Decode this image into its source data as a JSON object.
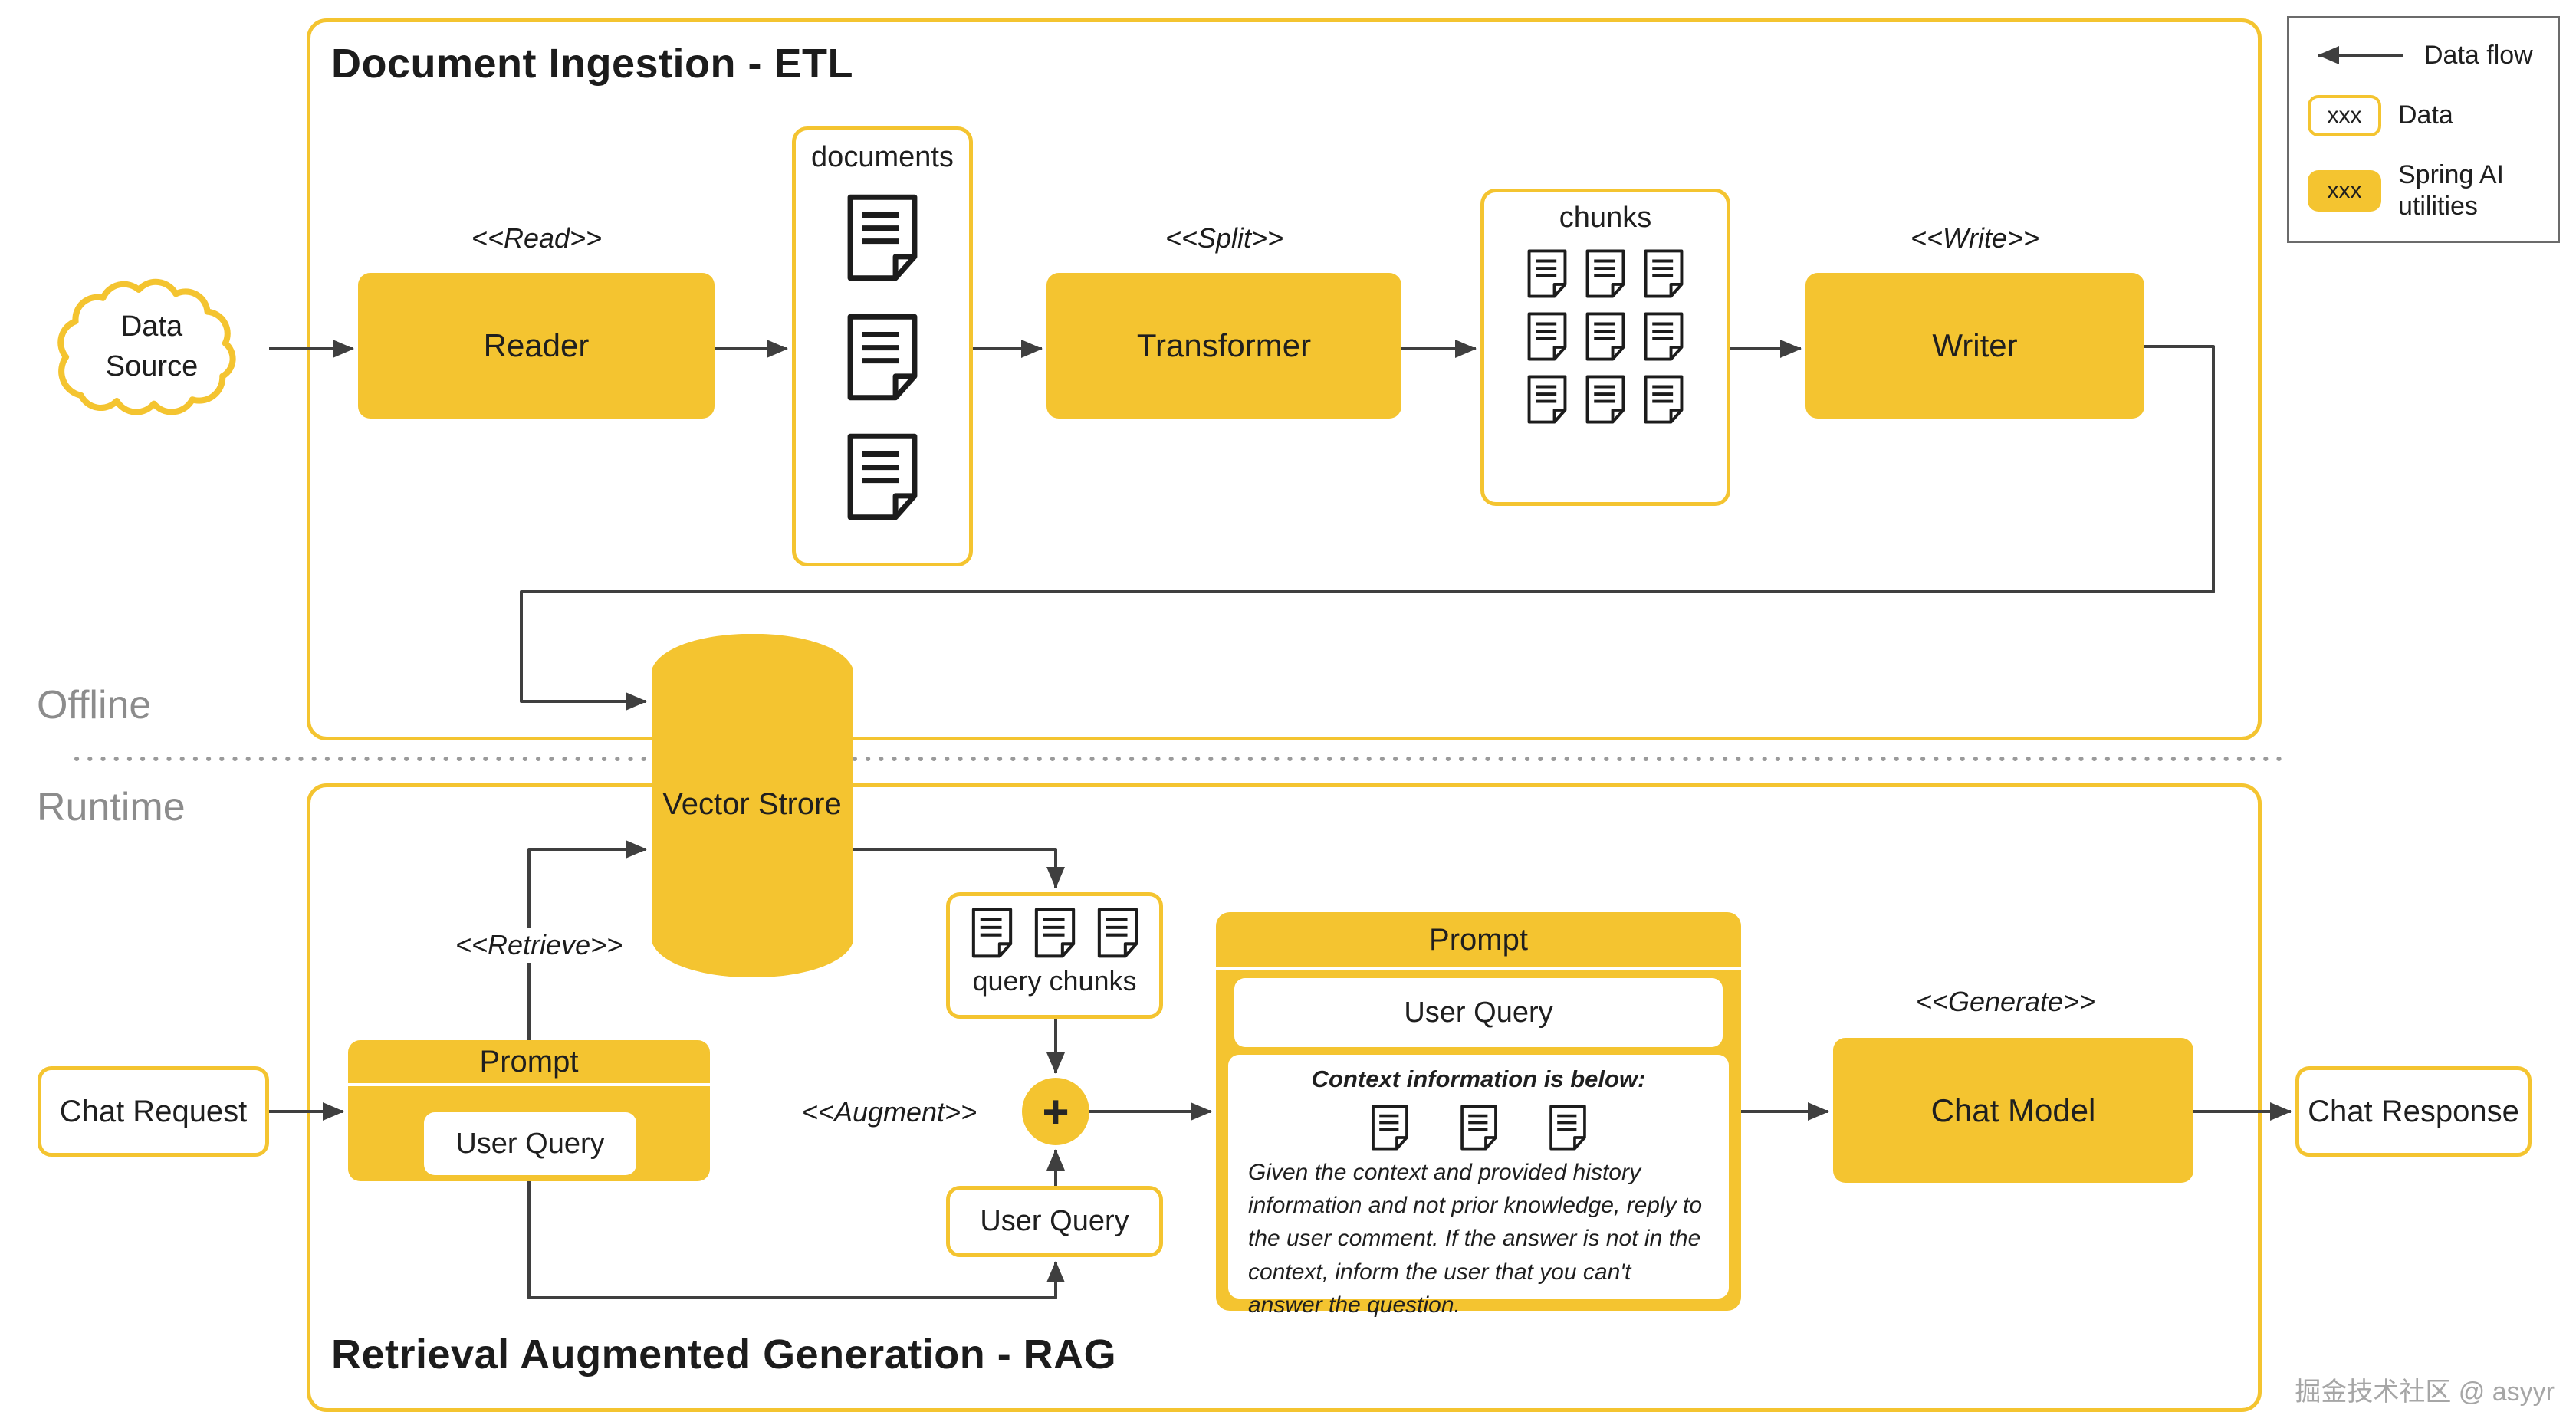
{
  "legend": {
    "data_flow_label": "Data flow",
    "data_sample": "xxx",
    "data_label": "Data",
    "spring_sample": "xxx",
    "spring_label": "Spring AI utilities"
  },
  "offline_label": "Offline",
  "runtime_label": "Runtime",
  "etl": {
    "title": "Document Ingestion - ETL",
    "data_source_label": "Data Source",
    "read_stereotype": "<<Read>>",
    "reader_label": "Reader",
    "documents_label": "documents",
    "split_stereotype": "<<Split>>",
    "transformer_label": "Transformer",
    "chunks_label": "chunks",
    "write_stereotype": "<<Write>>",
    "writer_label": "Writer"
  },
  "vector_store_label": "Vector Strore",
  "rag": {
    "title": "Retrieval Augmented Generation - RAG",
    "chat_request_label": "Chat Request",
    "retrieve_stereotype": "<<Retrieve>>",
    "prompt_box": {
      "title": "Prompt",
      "user_query": "User Query"
    },
    "query_chunks_label": "query chunks",
    "augment_stereotype": "<<Augment>>",
    "plus_label": "+",
    "user_query_label": "User Query",
    "prompt_detail": {
      "title": "Prompt",
      "user_query": "User Query",
      "context_heading": "Context information is below:",
      "context_body": "Given the context and provided history information and not prior knowledge, reply to the user comment. If the answer is not in the context, inform the user that you can't answer the question."
    },
    "generate_stereotype": "<<Generate>>",
    "chat_model_label": "Chat Model",
    "chat_response_label": "Chat Response"
  },
  "watermark": "掘金技术社区 @ asyyr",
  "colors": {
    "accent": "#F4C430",
    "line": "#3F3F3F",
    "text": "#1F1F1F",
    "muted": "#8C8C8C"
  }
}
